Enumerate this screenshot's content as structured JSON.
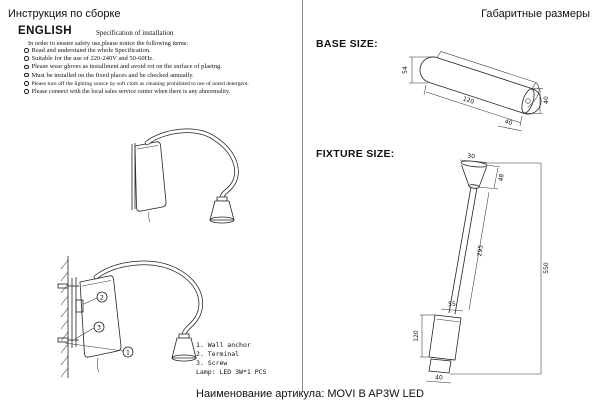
{
  "header": {
    "left_title": "Инструкция по сборке",
    "right_title": "Габаритные размеры"
  },
  "instructions": {
    "language": "ENGLISH",
    "subtitle": "Specification of installation",
    "intro": "In order to ensure safety use,please notice the following items:",
    "items": [
      "Read and understand the whole Specification.",
      "Suitable for the use of 220-240V and 50-60Hz.",
      "Please wear gloves as installment and avoid rot on the surface of plaetng.",
      "Must be installed on the fixed places and be checked annually.",
      "Please turn off the lighting source by soft cloth as cleaning prohibited to use of noted detergent.",
      "Please connect with the local sales service center when there is any abnormality."
    ]
  },
  "parts_list": {
    "items": [
      "1. Wall anchor",
      "2. Terminal",
      "3. Screw"
    ],
    "lamp": "Lamp: LED 3W*1 PCS",
    "callouts": [
      "1",
      "2",
      "3"
    ]
  },
  "base_size": {
    "label": "BASE SIZE:",
    "dims": {
      "height": "54",
      "length": "120",
      "depth": "40",
      "end_height": "40"
    }
  },
  "fixture_size": {
    "label": "FIXTURE SIZE:",
    "dims": {
      "head_width": "30",
      "head_height": "48",
      "arm_length": "295",
      "total_height": "550",
      "neck": "55",
      "body_height": "120",
      "base_width": "40"
    }
  },
  "footer": {
    "article_label": "Наименование артикула: MOVI B AP3W LED"
  },
  "colors": {
    "ink": "#111111",
    "line": "#222222",
    "divider": "#8a8a8a"
  }
}
